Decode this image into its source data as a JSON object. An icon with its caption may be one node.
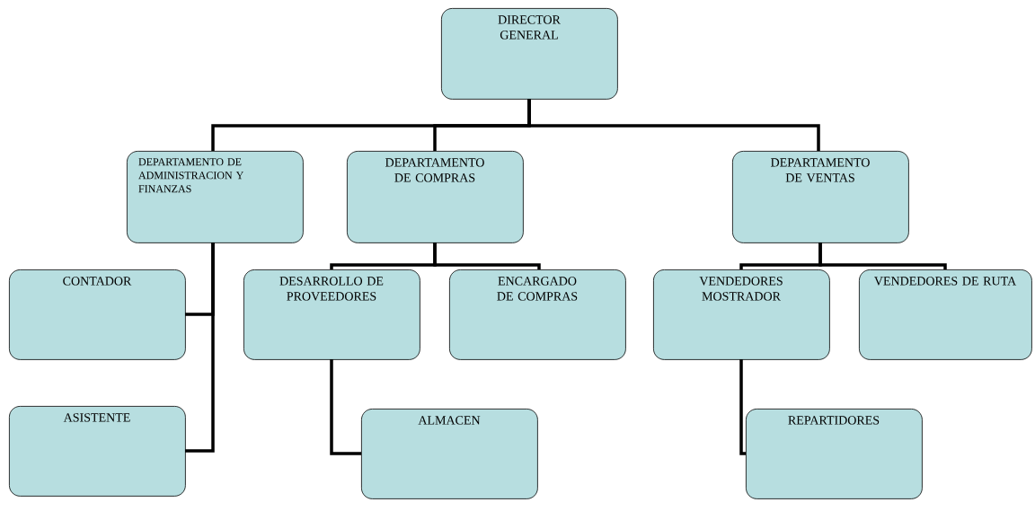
{
  "diagram": {
    "nodes": [
      {
        "text": [
          "DIRECTOR GENERAL"
        ]
      },
      {
        "text": [
          "DEPARTAMENTO DE ADMINISTRACION Y FINANZAS"
        ]
      },
      {
        "text": [
          "DEPARTAMENTO DE COMPRAS"
        ]
      },
      {
        "text": [
          "DEPARTAMENTO DE VENTAS"
        ]
      },
      {
        "text": [
          "CONTADOR"
        ]
      },
      {
        "text": [
          "ASISTENTE"
        ]
      },
      {
        "text": [
          "DESARROLLO DE PROVEEDORES"
        ]
      },
      {
        "text": [
          "ENCARGADO DE COMPRAS"
        ]
      },
      {
        "text": [
          "VENDEDORES MOSTRADOR"
        ]
      },
      {
        "text": [
          "VENDEDORES DE RUTA"
        ]
      },
      {
        "text": [
          "ALMACEN"
        ]
      },
      {
        "text": [
          "REPARTIDORES"
        ]
      }
    ],
    "edges": [
      {
        "from": 0,
        "to": 1,
        "arrow": "none"
      },
      {
        "from": 0,
        "to": 2,
        "arrow": "none"
      },
      {
        "from": 0,
        "to": 3,
        "arrow": "none"
      },
      {
        "from": 1,
        "to": 4,
        "arrow": "none"
      },
      {
        "from": 1,
        "to": 5,
        "arrow": "none"
      },
      {
        "from": 2,
        "to": 6,
        "arrow": "none"
      },
      {
        "from": 2,
        "to": 7,
        "arrow": "none"
      },
      {
        "from": 3,
        "to": 8,
        "arrow": "none"
      },
      {
        "from": 3,
        "to": 9,
        "arrow": "none"
      },
      {
        "from": 6,
        "to": 10,
        "arrow": "none"
      },
      {
        "from": 8,
        "to": 11,
        "arrow": "none"
      }
    ]
  }
}
